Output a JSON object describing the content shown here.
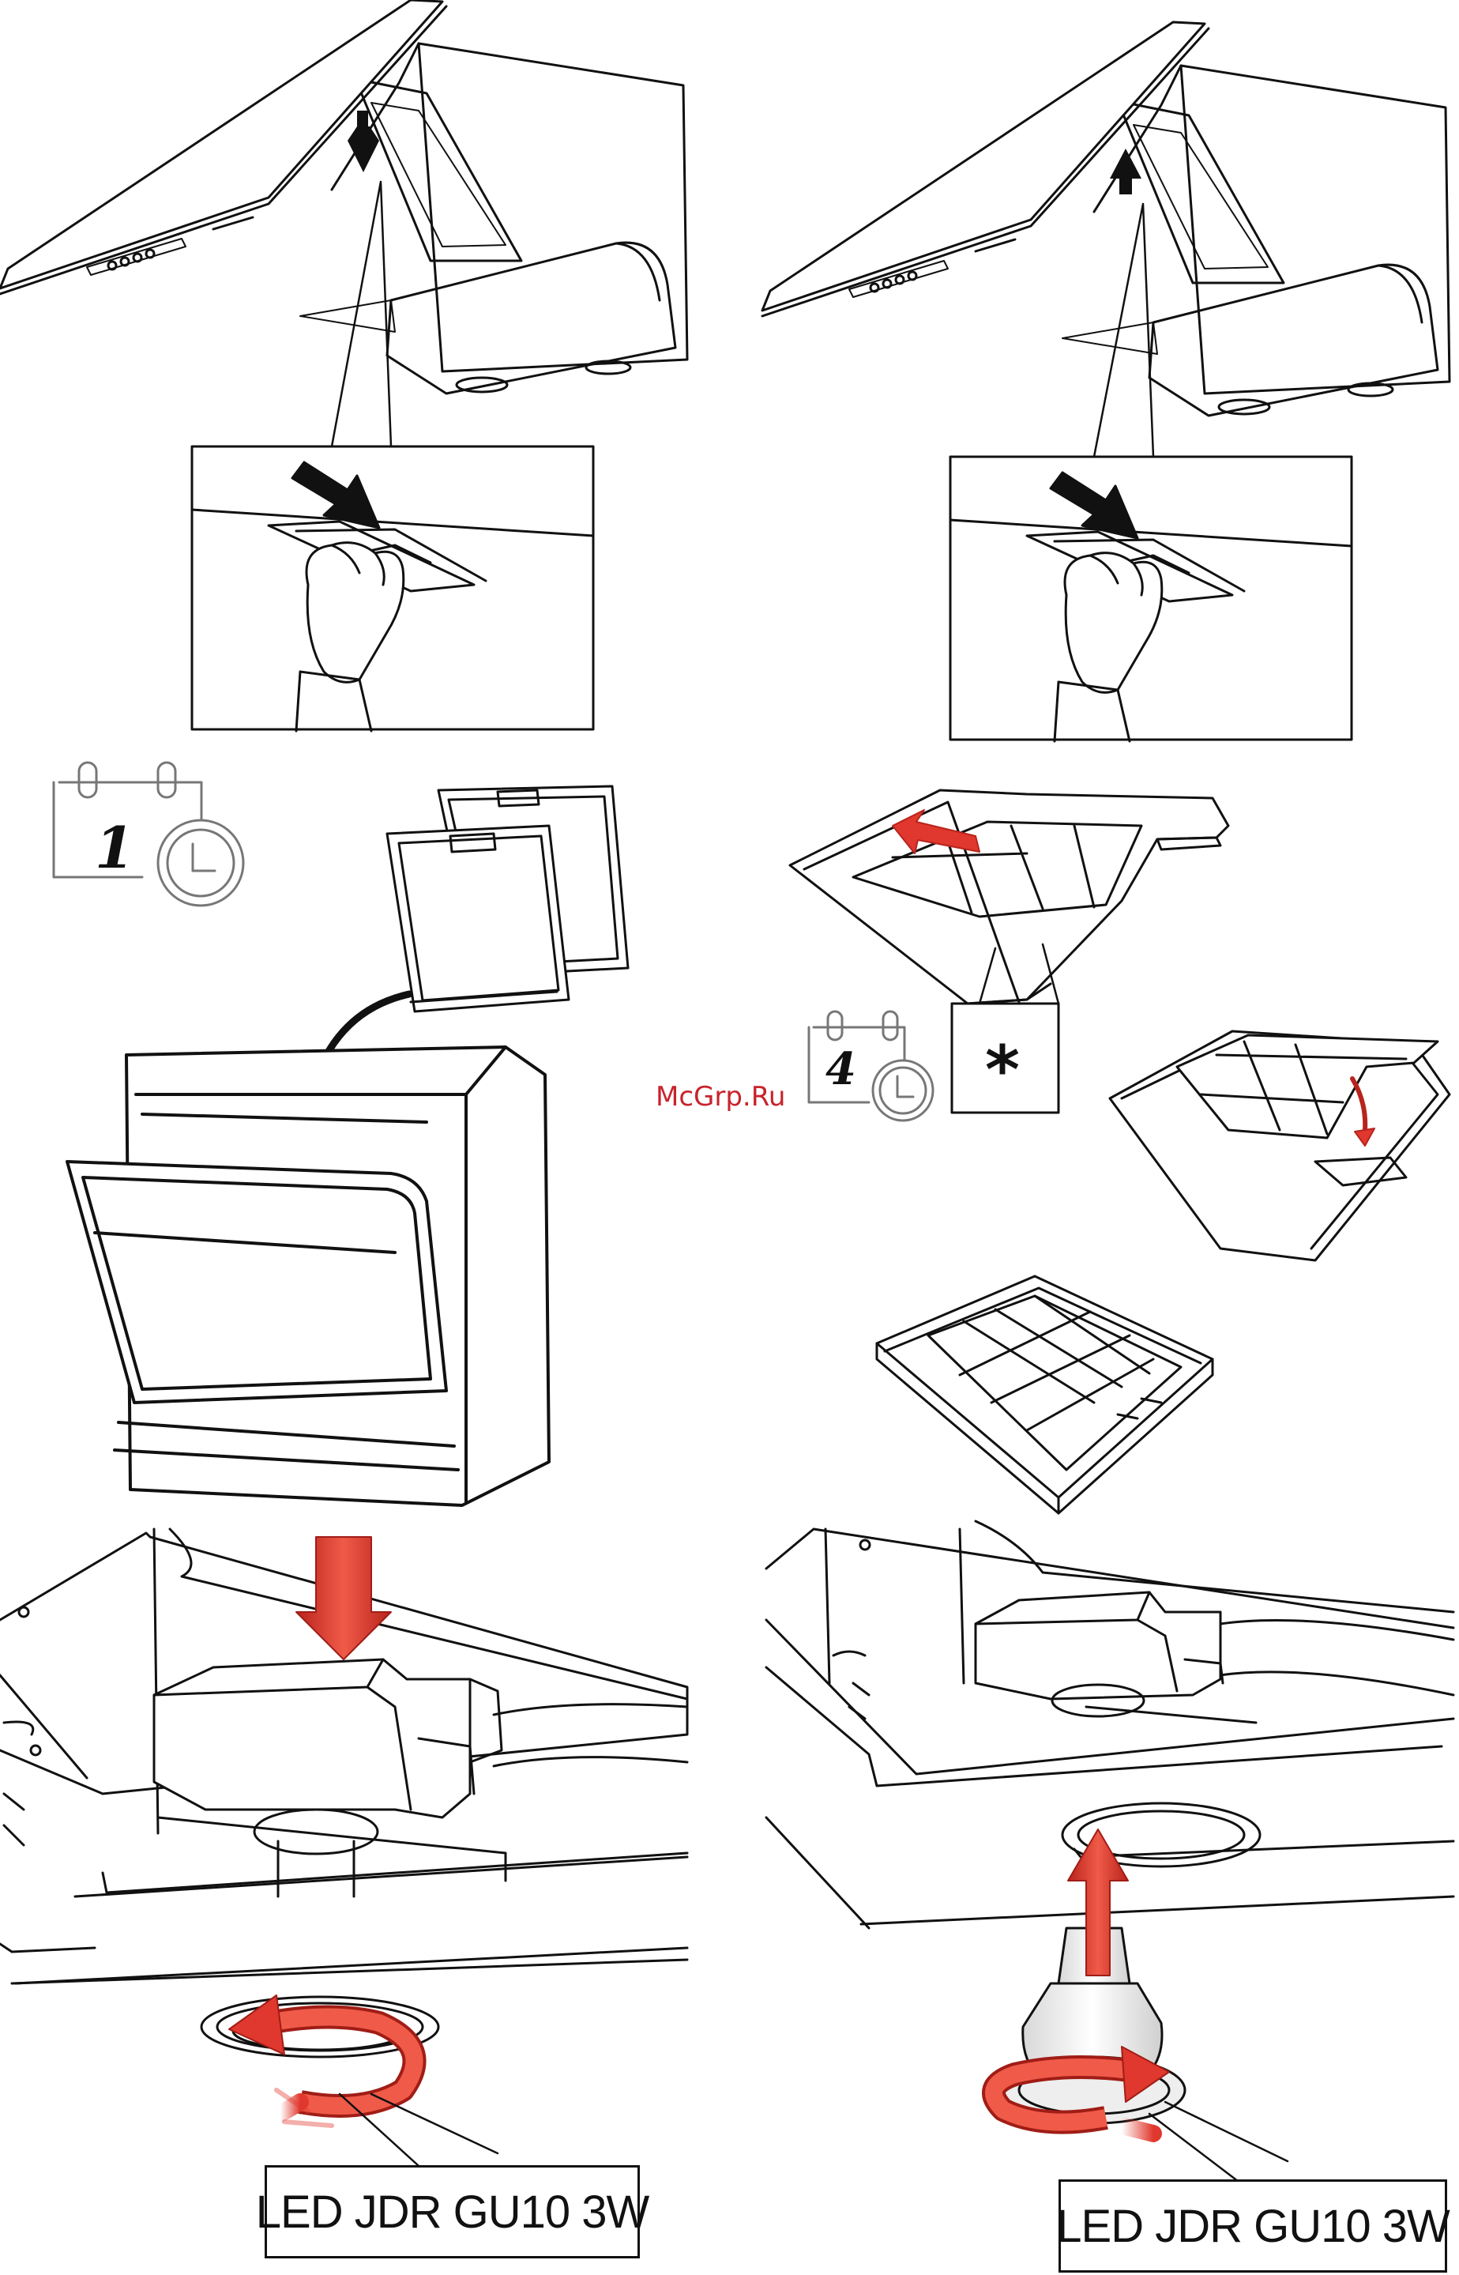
{
  "watermark": "McGrp.Ru",
  "steps": {
    "filter_interval_grease_days": "1",
    "filter_interval_carbon_days": "4",
    "carbon_note_mark": "*"
  },
  "lamp": {
    "remove_label": "LED JDR GU10 3W",
    "install_label": "LED JDR GU10 3W"
  },
  "icons": {
    "calendar": "calendar-clock-icon",
    "arrow_down": "arrow-down-icon",
    "arrow_up": "arrow-up-icon",
    "rotate": "rotate-arrow-icon"
  },
  "colors": {
    "line": "#111111",
    "accent_red": "#e0382e",
    "background": "#ffffff"
  }
}
